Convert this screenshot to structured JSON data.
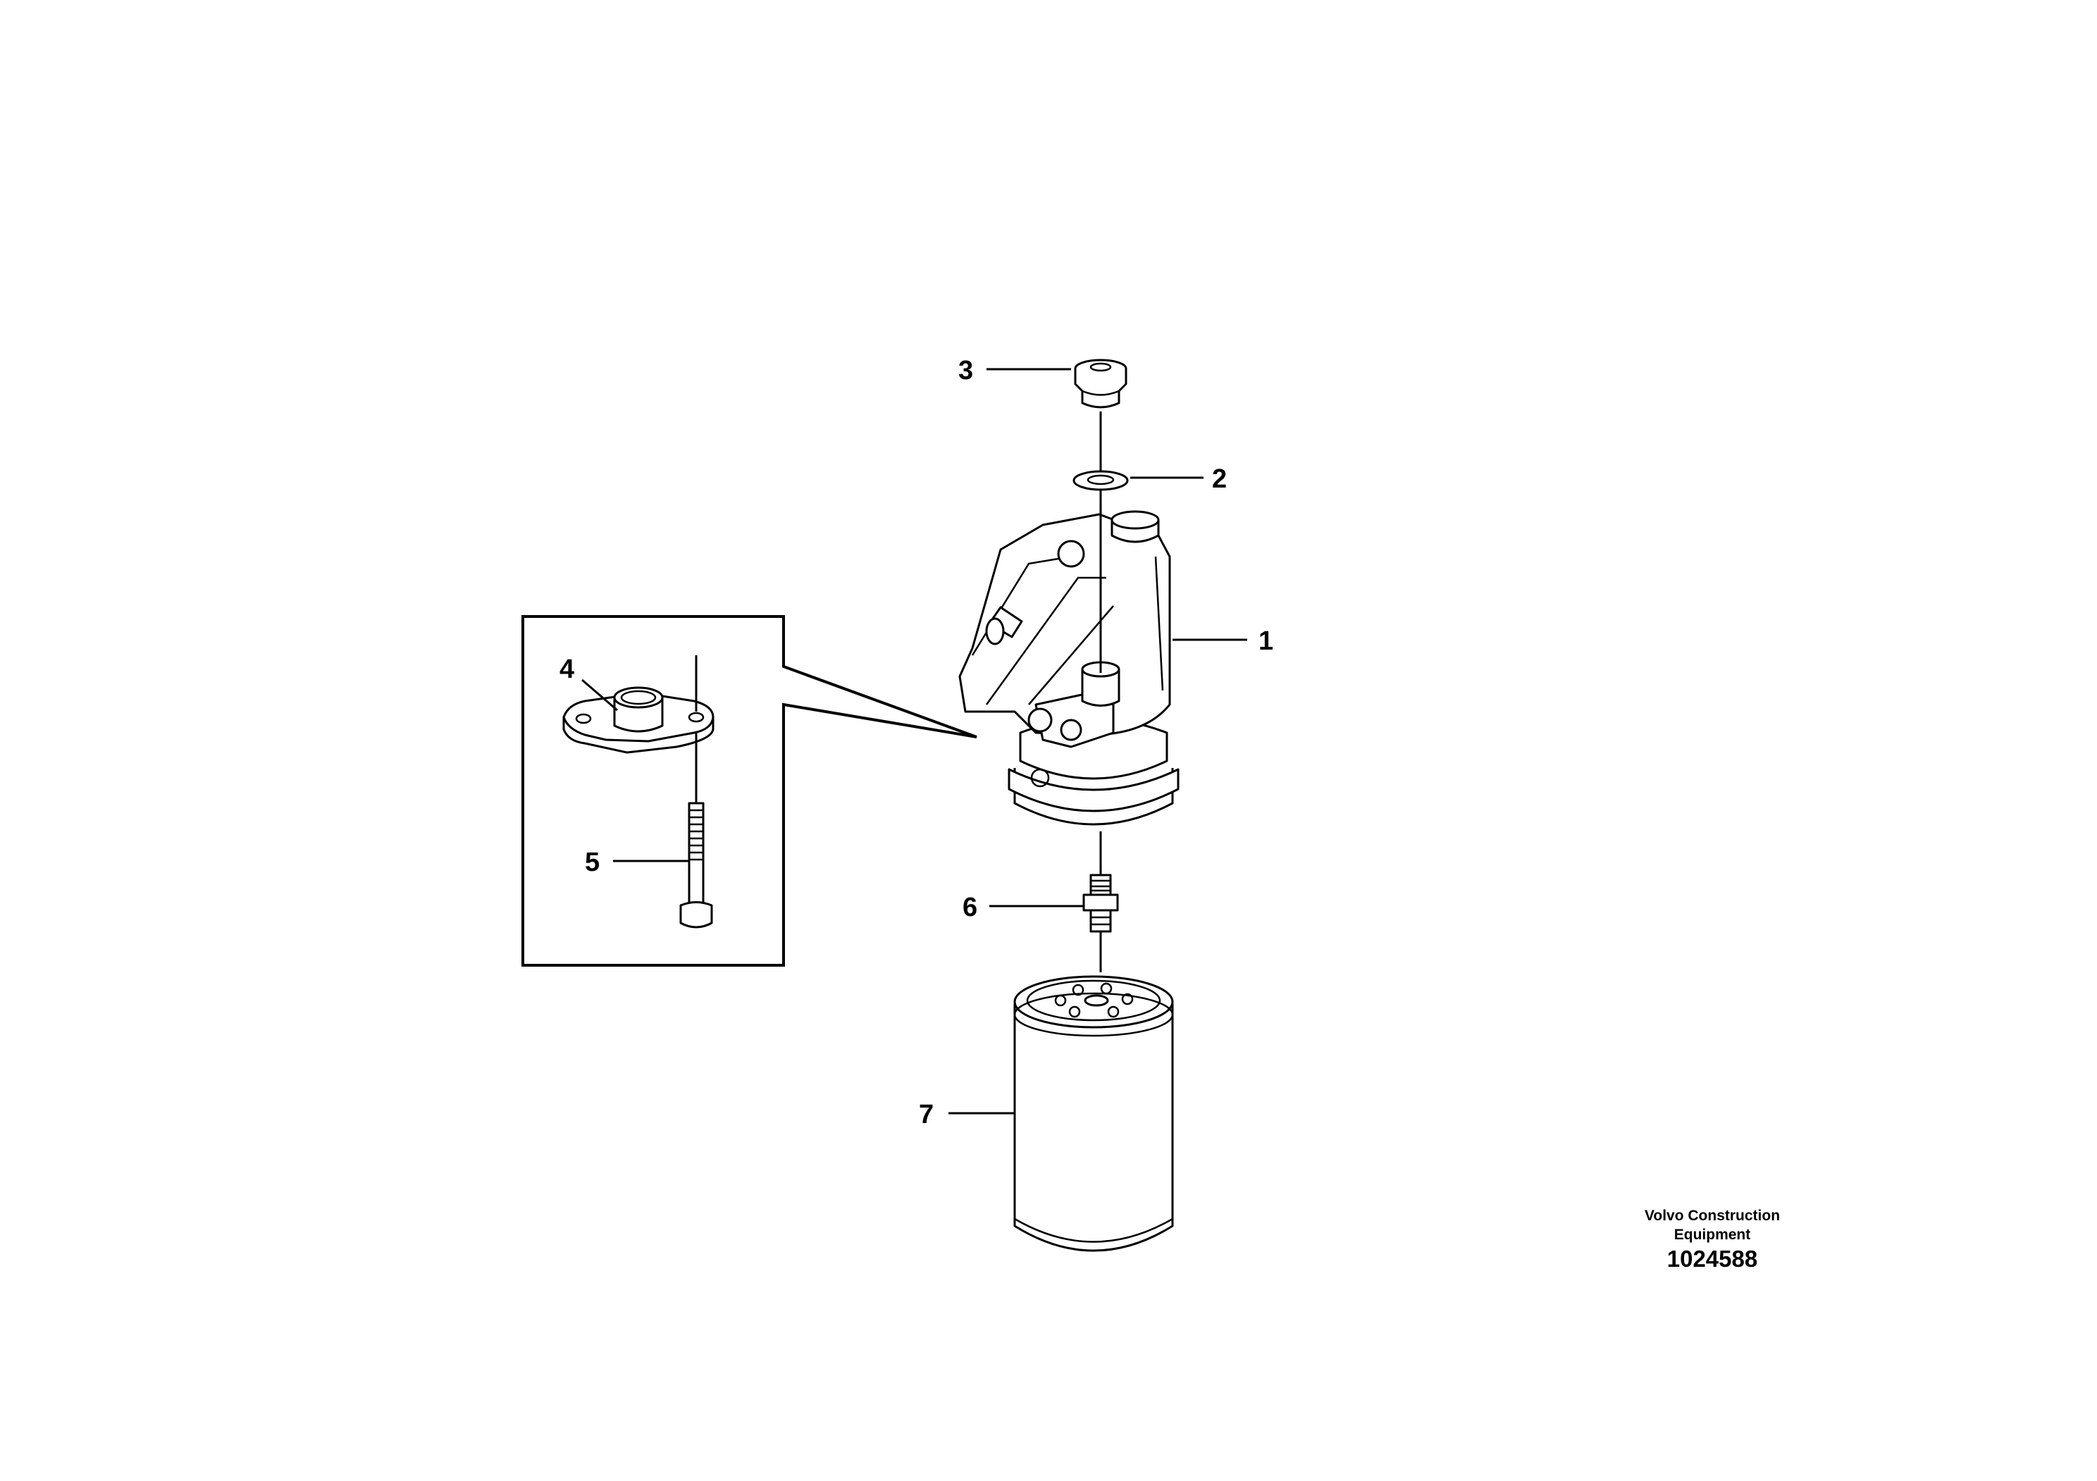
{
  "callouts": {
    "c1": "1",
    "c2": "2",
    "c3": "3",
    "c4": "4",
    "c5": "5",
    "c6": "6",
    "c7": "7"
  },
  "footer": {
    "company_line1": "Volvo Construction",
    "company_line2": "Equipment",
    "document_number": "1024588"
  }
}
